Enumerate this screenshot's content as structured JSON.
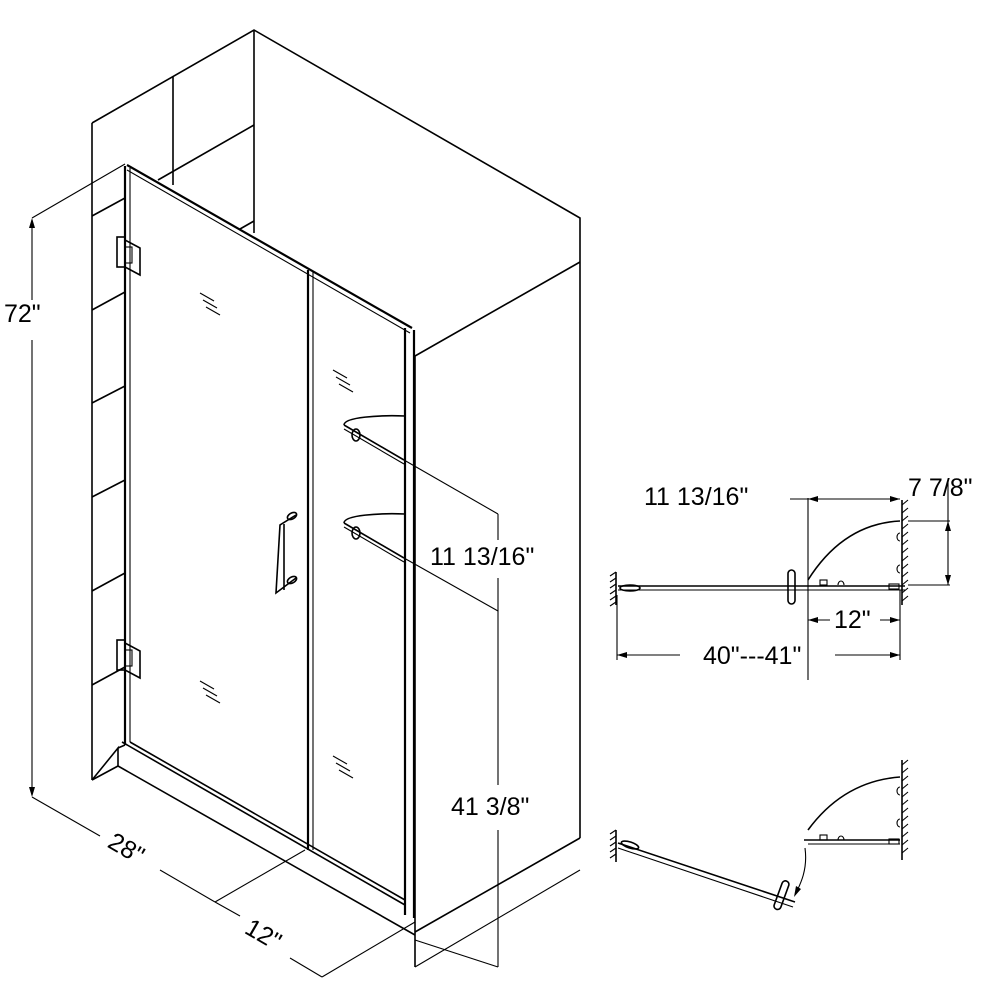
{
  "diagram": {
    "type": "technical-drawing",
    "subject": "frameless hinged shower door with inline panel and glass shelves",
    "stroke_color": "#000000",
    "background_color": "#ffffff"
  },
  "isometric_view": {
    "height_label": "72\"",
    "door_width_label": "28\"",
    "panel_width_label": "12\"",
    "shelf_spacing_label": "11 13/16\"",
    "shelf_height_label": "41 3/8\""
  },
  "plan_view_closed": {
    "shelf_depth_label": "11 13/16\"",
    "shelf_projection_label": "7 7/8\"",
    "panel_width_label": "12\"",
    "overall_width_label": "40\"---41\""
  },
  "plan_view_open": {
    "note": "door swing shown with arrow"
  }
}
